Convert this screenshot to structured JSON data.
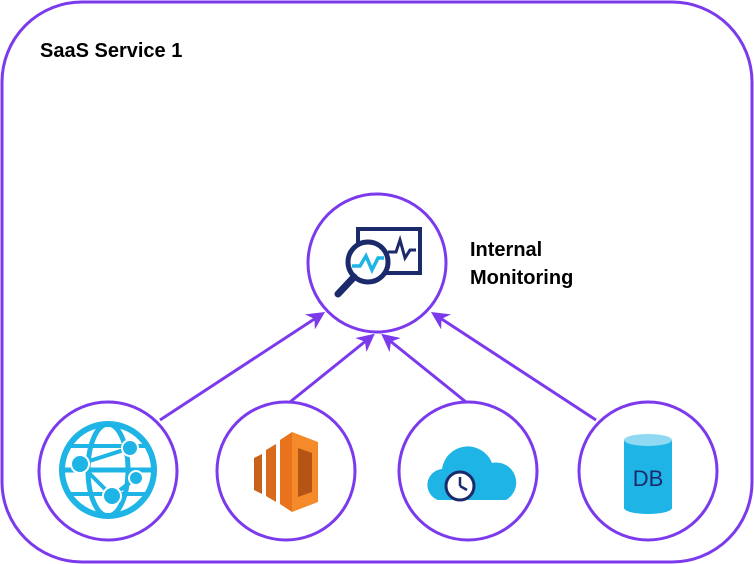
{
  "container": {
    "title": "SaaS Service 1"
  },
  "monitor": {
    "label_line1": "Internal",
    "label_line2": "Monitoring"
  },
  "sources": [
    {
      "icon": "web-globe-icon"
    },
    {
      "icon": "aws-stack-icon"
    },
    {
      "icon": "cloud-scheduler-icon"
    },
    {
      "icon": "database-icon",
      "text": "DB"
    }
  ],
  "colors": {
    "border": "#7c3aed",
    "arrow": "#7c3aed",
    "azure": "#1eb4e6",
    "orange": "#e8731c",
    "navy": "#1b2a6b"
  }
}
